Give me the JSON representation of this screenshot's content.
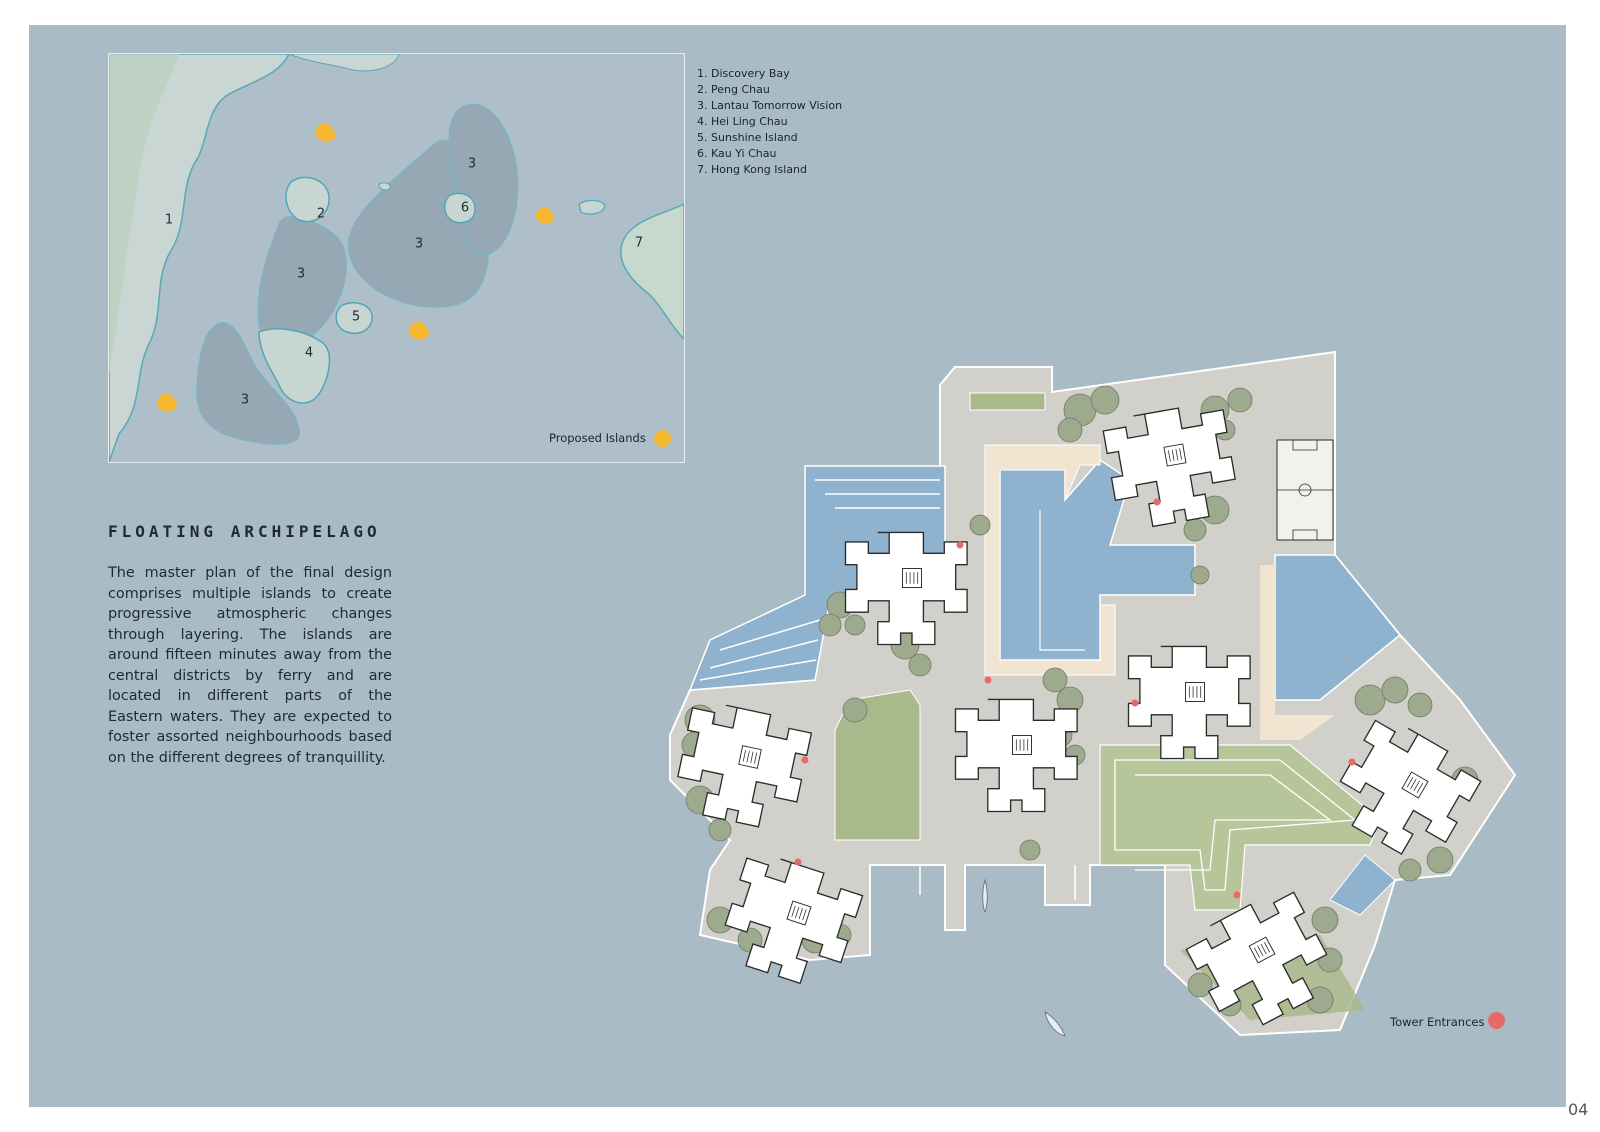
{
  "title": "FLOATING ARCHIPELAGO",
  "description": "The master plan of the final design comprises multiple islands to create progressive atmospheric changes through layering. The islands are around fifteen minutes away from the central districts by ferry and are located in different parts of the Eastern waters. They are expected to foster assorted neighbourhoods based on the different degrees of tranquillity.",
  "location_legend": [
    "1. Discovery Bay",
    "2. Peng Chau",
    "3. Lantau Tomorrow Vision",
    "4. Hei Ling Chau",
    "5. Sunshine Island",
    "6. Kau Yi Chau",
    "7. Hong Kong Island"
  ],
  "map_numbers": [
    "1",
    "2",
    "3",
    "3",
    "3",
    "3",
    "4",
    "5",
    "6",
    "7"
  ],
  "proposed_islands_label": "Proposed Islands",
  "tower_entrances_label": "Tower Entrances",
  "page_number": "04",
  "colors": {
    "sea": "#a9bcc6",
    "proposed_islands": "#f6b731",
    "tower_entrances": "#e86a66",
    "reclamation": "#96a8b4",
    "water_feature": "#8fb2cf",
    "lawn": "#a9b98c",
    "plaza": "#d2d0ca",
    "boardwalk": "#f1e5d1"
  },
  "icons": [
    "proposed-island-marker",
    "tower-entrance-marker",
    "residential-tower",
    "tree-canopy",
    "boat",
    "basketball-court"
  ]
}
